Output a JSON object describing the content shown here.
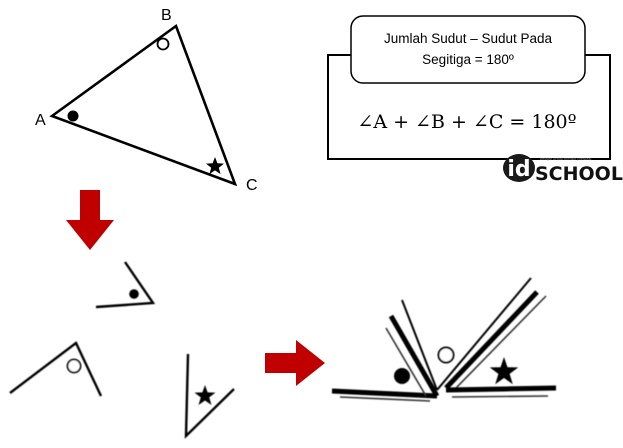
{
  "triangle": {
    "vertex_a": "A",
    "vertex_b": "B",
    "vertex_c": "C"
  },
  "info_box": {
    "title_line1": "Jumlah Sudut – Sudut Pada",
    "title_line2": "Segitiga = 180º",
    "formula": "∠A + ∠B + ∠C = 180º"
  },
  "logo": {
    "id_text": "id",
    "school_text": "SCHOOL",
    "tagline": "belajar untuk meraih prestasi"
  },
  "colors": {
    "arrow": "#c00000",
    "stroke": "#000000",
    "background": "#ffffff"
  },
  "icons": {
    "angle_a_marker": "filled-circle",
    "angle_b_marker": "hollow-circle",
    "angle_c_marker": "star"
  }
}
